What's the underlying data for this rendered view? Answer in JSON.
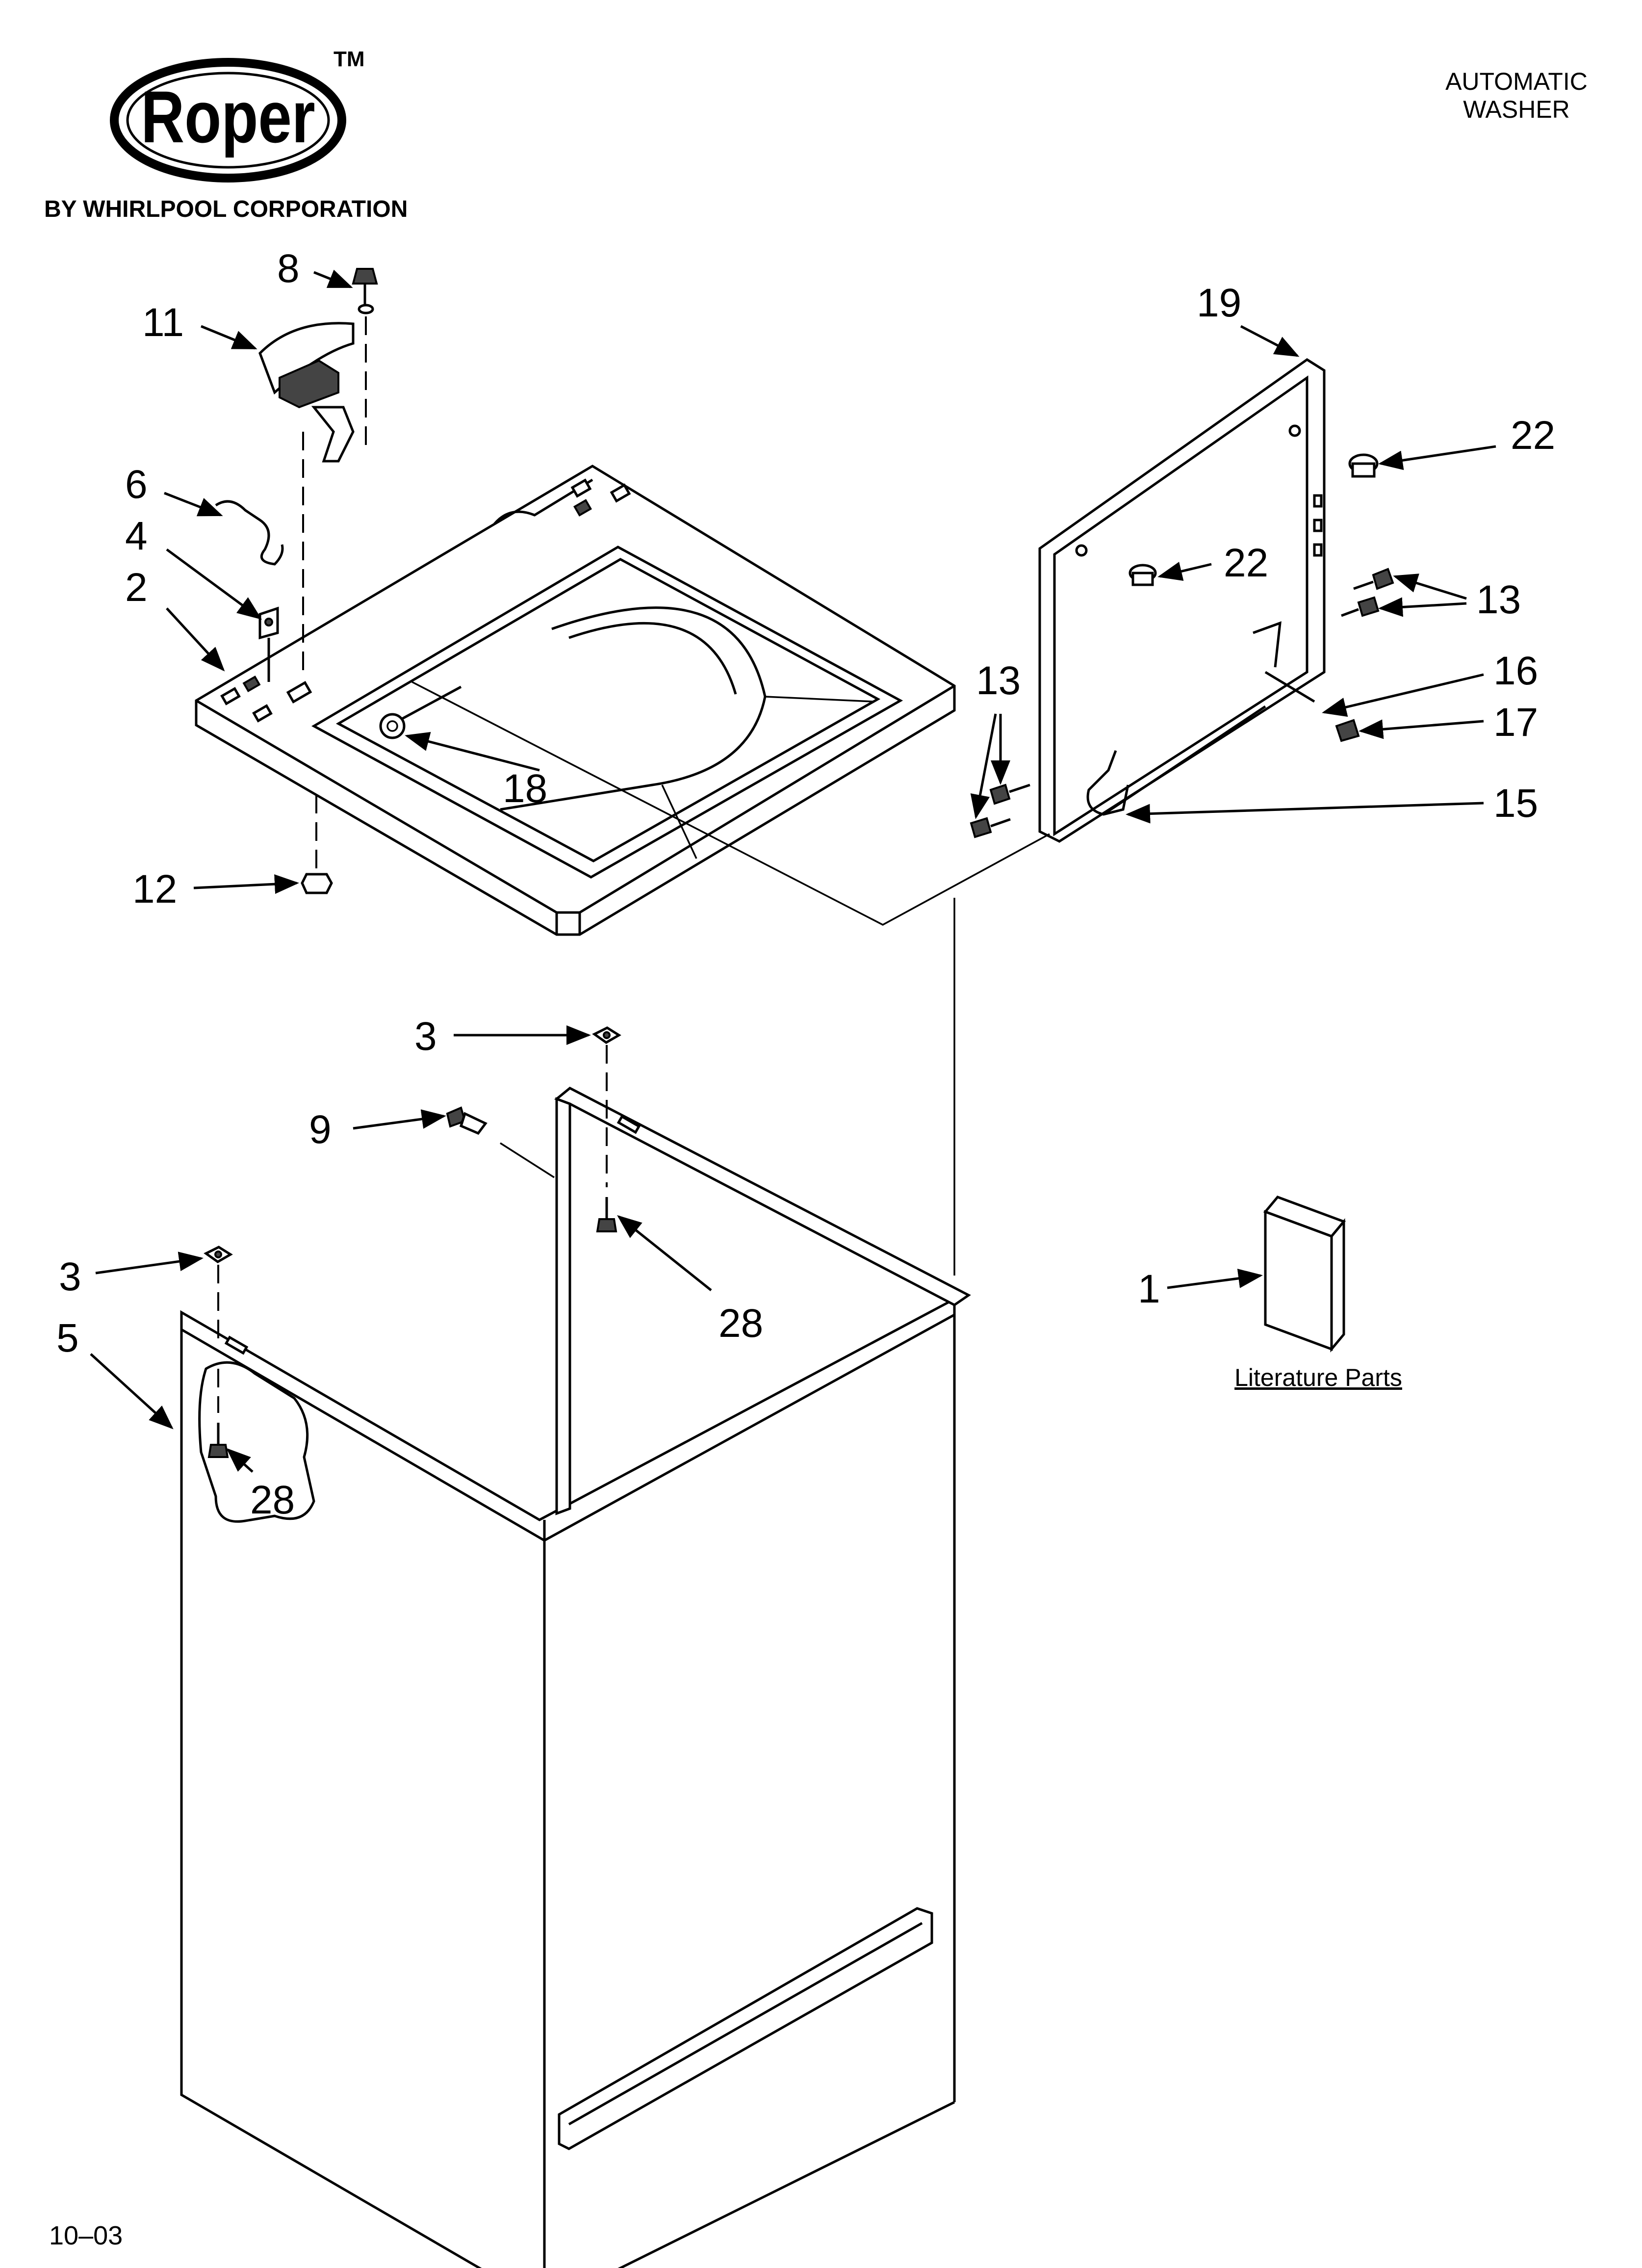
{
  "brand": {
    "logo_text": "Roper",
    "trademark": "TM",
    "subtitle": "BY WHIRLPOOL CORPORATION"
  },
  "title": {
    "line1": "AUTOMATIC",
    "line2": "WASHER"
  },
  "callouts": {
    "c8": "8",
    "c11": "11",
    "c6": "6",
    "c4": "4",
    "c2": "2",
    "c18": "18",
    "c12": "12",
    "c19": "19",
    "c22a": "22",
    "c22b": "22",
    "c13a": "13",
    "c13b": "13",
    "c16": "16",
    "c17": "17",
    "c15": "15",
    "c3a": "3",
    "c9": "9",
    "c28a": "28",
    "c3b": "3",
    "c5": "5",
    "c28b": "28",
    "c1": "1"
  },
  "literature_label": "Literature Parts",
  "footer_code": "10–03"
}
